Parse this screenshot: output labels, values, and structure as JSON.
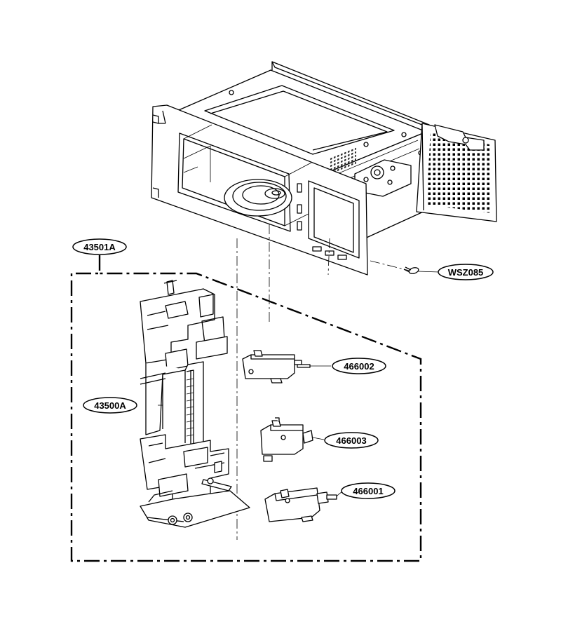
{
  "diagram": {
    "part_labels": {
      "assembly": "43501A",
      "screw": "WSZ085",
      "bracket": "43500A",
      "switch_top": "466002",
      "switch_middle": "466003",
      "switch_bottom": "466001"
    }
  }
}
